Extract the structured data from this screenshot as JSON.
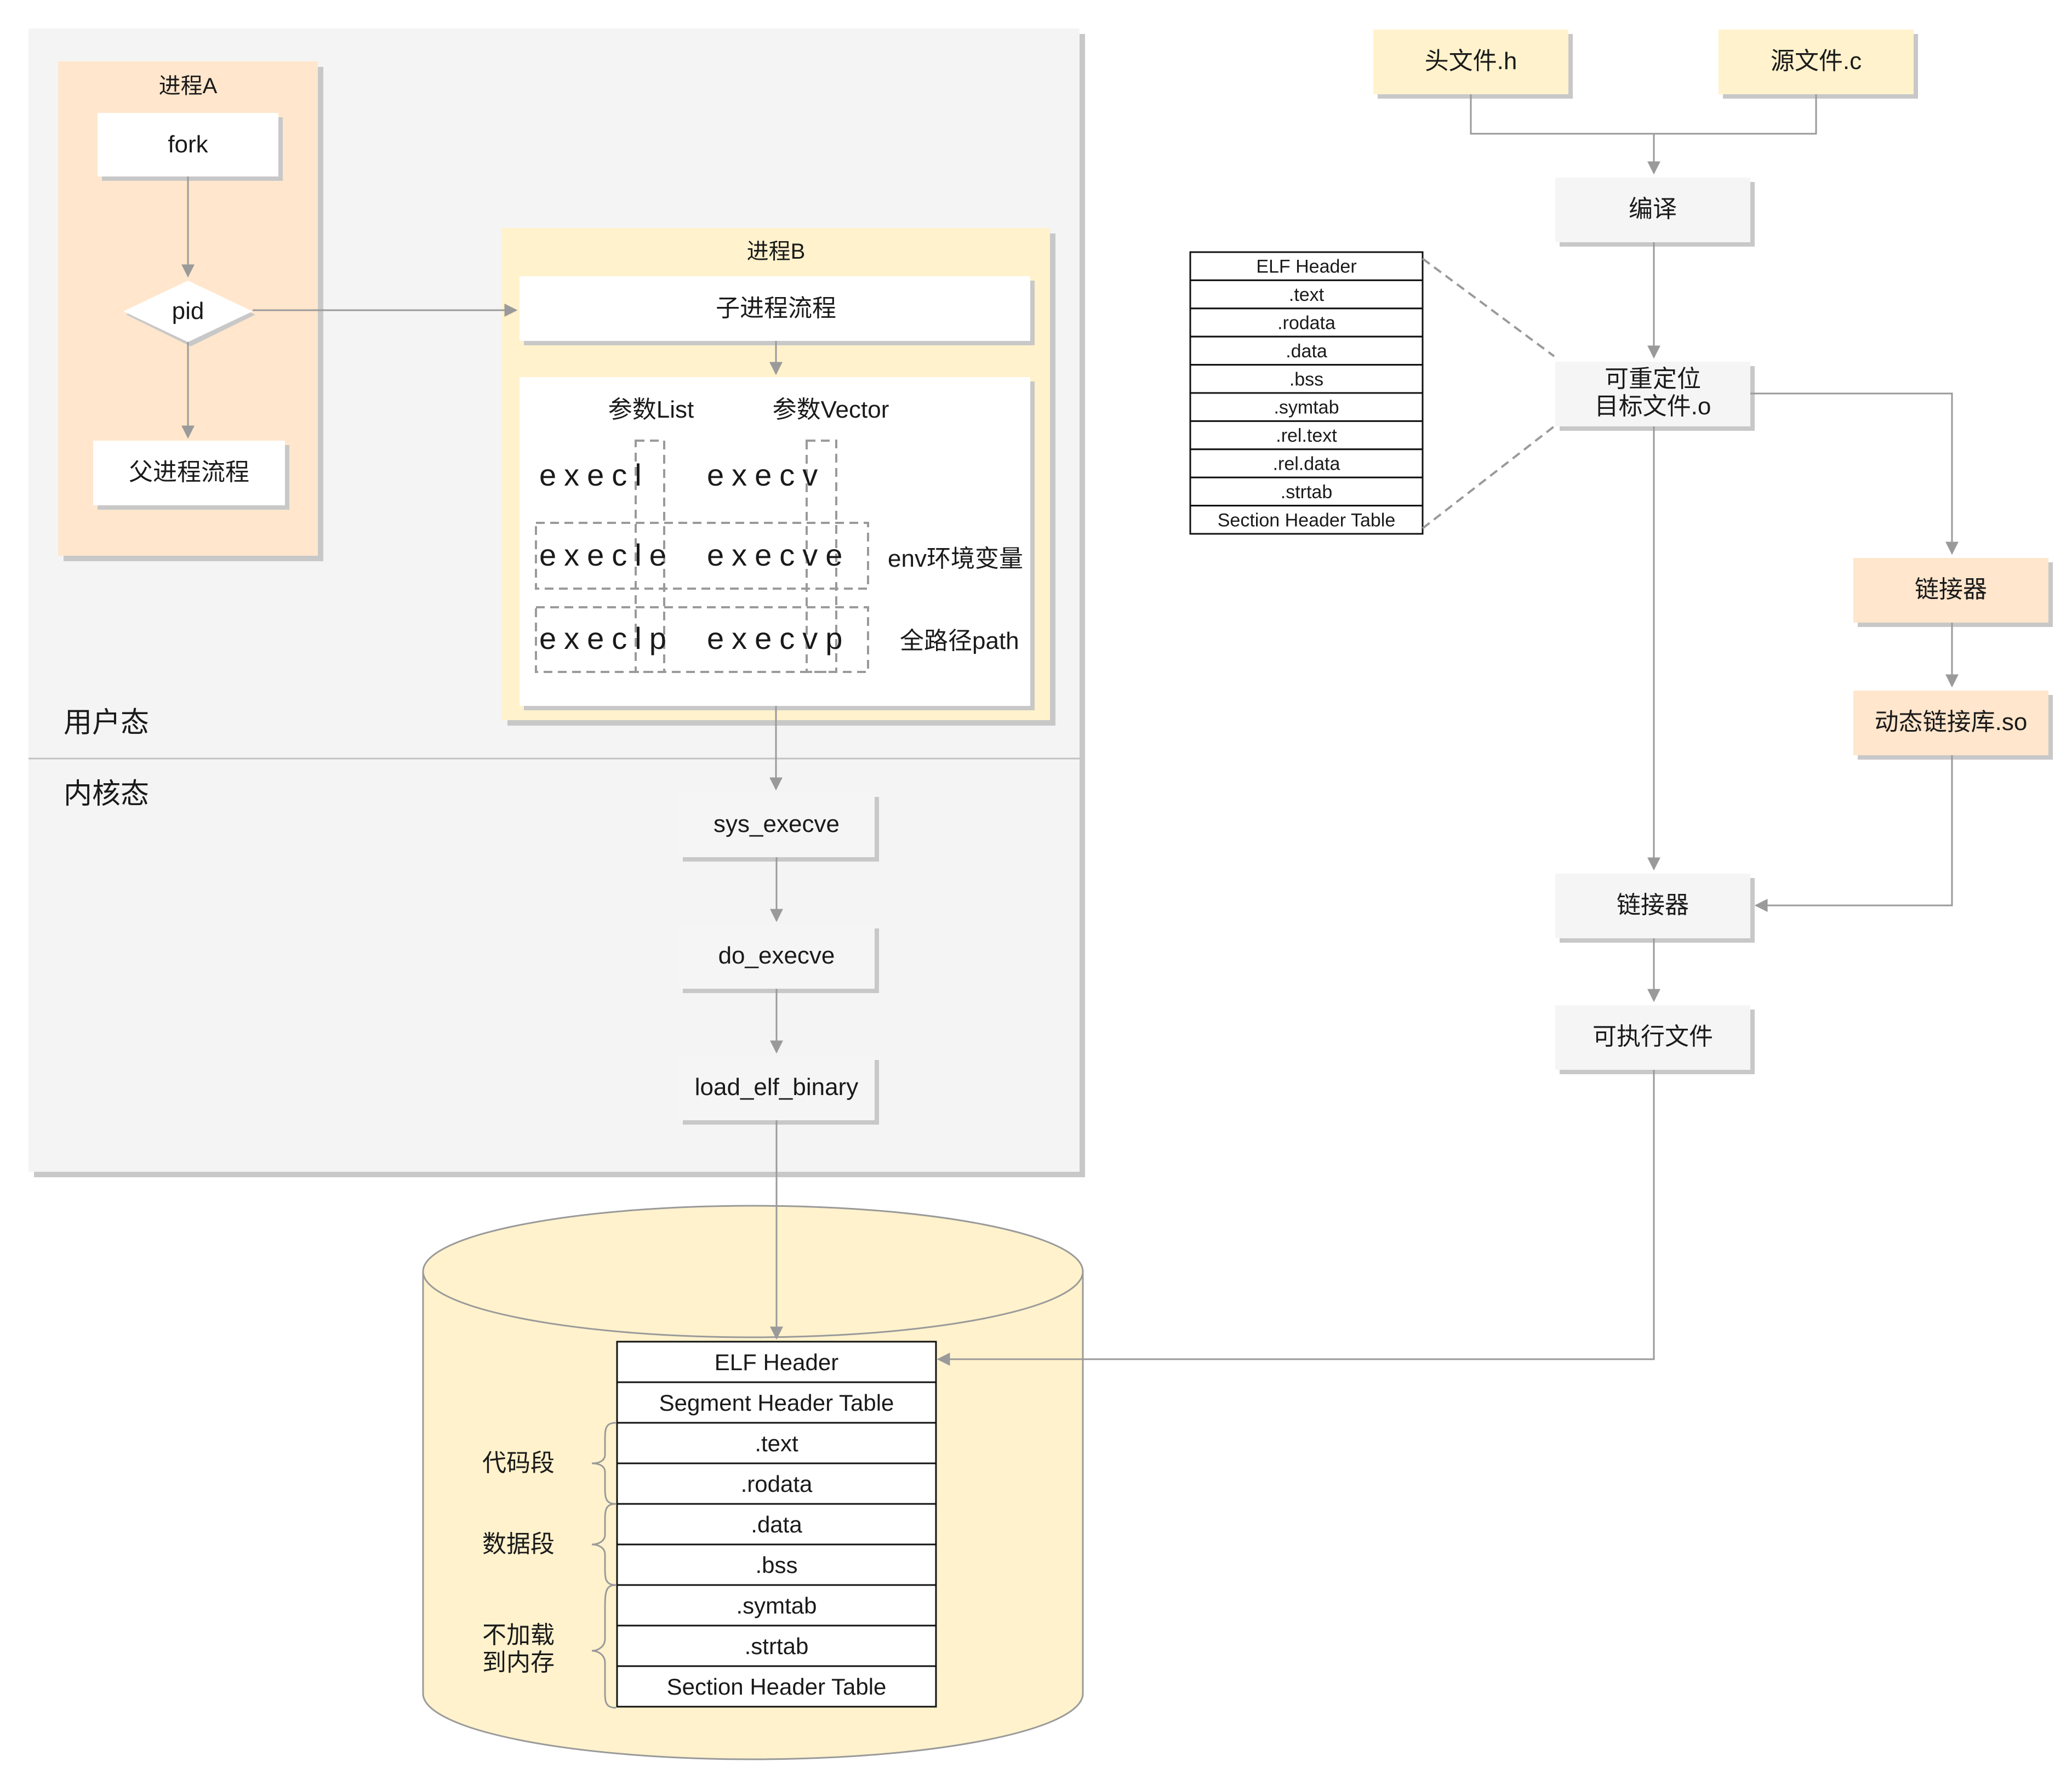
{
  "regions": {
    "user_mode": "用户态",
    "kernel_mode": "内核态"
  },
  "process_a": {
    "title": "进程A",
    "fork": "fork",
    "pid": "pid",
    "parent_flow": "父进程流程"
  },
  "process_b": {
    "title": "进程B",
    "child_flow": "子进程流程",
    "param_list": "参数List",
    "param_vector": "参数Vector",
    "execl": "execl",
    "execv": "execv",
    "execle": "execle",
    "execve": "execve",
    "execlp": "execlp",
    "execvp": "execvp",
    "env_label": "env环境变量",
    "path_label": "全路径path"
  },
  "kernel_calls": [
    "sys_execve",
    "do_execve",
    "load_elf_binary"
  ],
  "build": {
    "header_file": "头文件.h",
    "source_file": "源文件.c",
    "compile": "编译",
    "relocatable_line1": "可重定位",
    "relocatable_line2": "目标文件.o",
    "linker_side": "链接器",
    "shared_lib": "动态链接库.so",
    "linker_main": "链接器",
    "executable": "可执行文件"
  },
  "elf_relocatable_sections": [
    ".text",
    ".rodata",
    ".data",
    ".bss",
    ".symtab",
    ".rel.text",
    ".rel.data",
    ".strtab",
    "Section Header Table"
  ],
  "elf_relocatable_header": "ELF Header",
  "elf_executable": {
    "rows": [
      "ELF Header",
      "Segment Header Table",
      ".text",
      ".rodata",
      ".data",
      ".bss",
      ".symtab",
      ".strtab",
      "Section Header Table"
    ],
    "groups": {
      "code_segment": "代码段",
      "data_segment": "数据段",
      "not_loaded_line1": "不加载",
      "not_loaded_line2": "到内存"
    }
  },
  "colors": {
    "panel_bg": "#f4f4f4",
    "process_a_bg": "#ffe6cc",
    "process_b_bg": "#fff2cc",
    "build_bg": "#fff2cc",
    "linker_bg": "#ffe6cc",
    "step_bg": "#f5f5f5",
    "cylinder_bg": "#fff2cc",
    "edge": "#9a9a9a"
  }
}
